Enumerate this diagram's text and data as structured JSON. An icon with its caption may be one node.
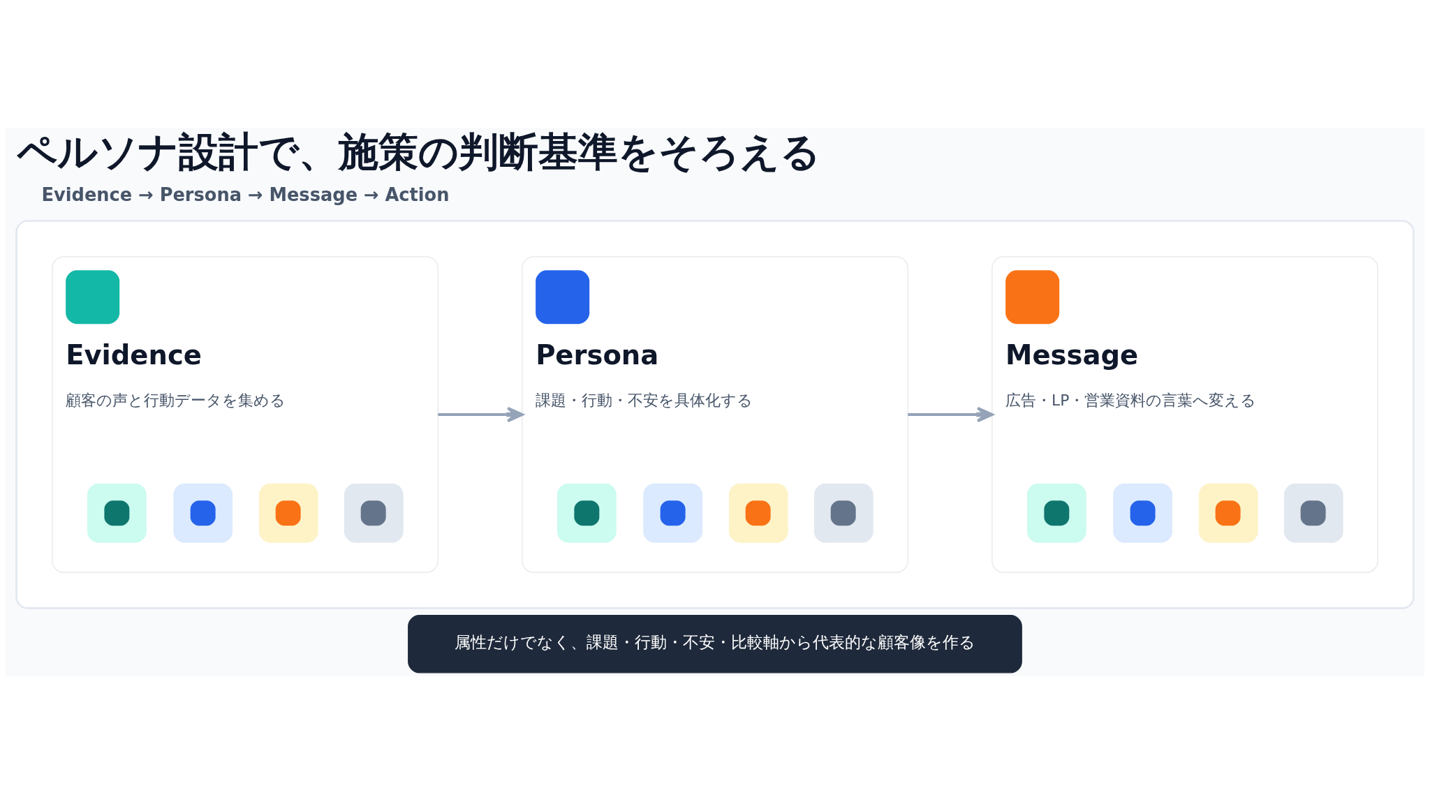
{
  "diagram": {
    "title": "ペルソナ設計で、施策の判断基準をそろえる",
    "nodes": [
      {
        "text": [],
        "shape": "box"
      },
      {
        "text": [
          "Evidence",
          "顧客の声と行動データを集める"
        ],
        "in": 0
      },
      {
        "text": [
          "Persona",
          "課題・行動・不安を具体化する"
        ],
        "in": 0
      },
      {
        "text": [
          "Message",
          "広告・LP・営業資料の言葉へ変える"
        ],
        "in": 0
      },
      {
        "text": [
          "属性だけでなく、課題・行動・不安・比較軸から代表的な顧客像を作る"
        ]
      }
    ],
    "edges": [
      {
        "from": 1,
        "to": 2,
        "arrow": "to"
      },
      {
        "from": 2,
        "to": 3,
        "arrow": "to"
      }
    ],
    "labels": [
      "Evidence → Persona → Message → Action"
    ]
  }
}
